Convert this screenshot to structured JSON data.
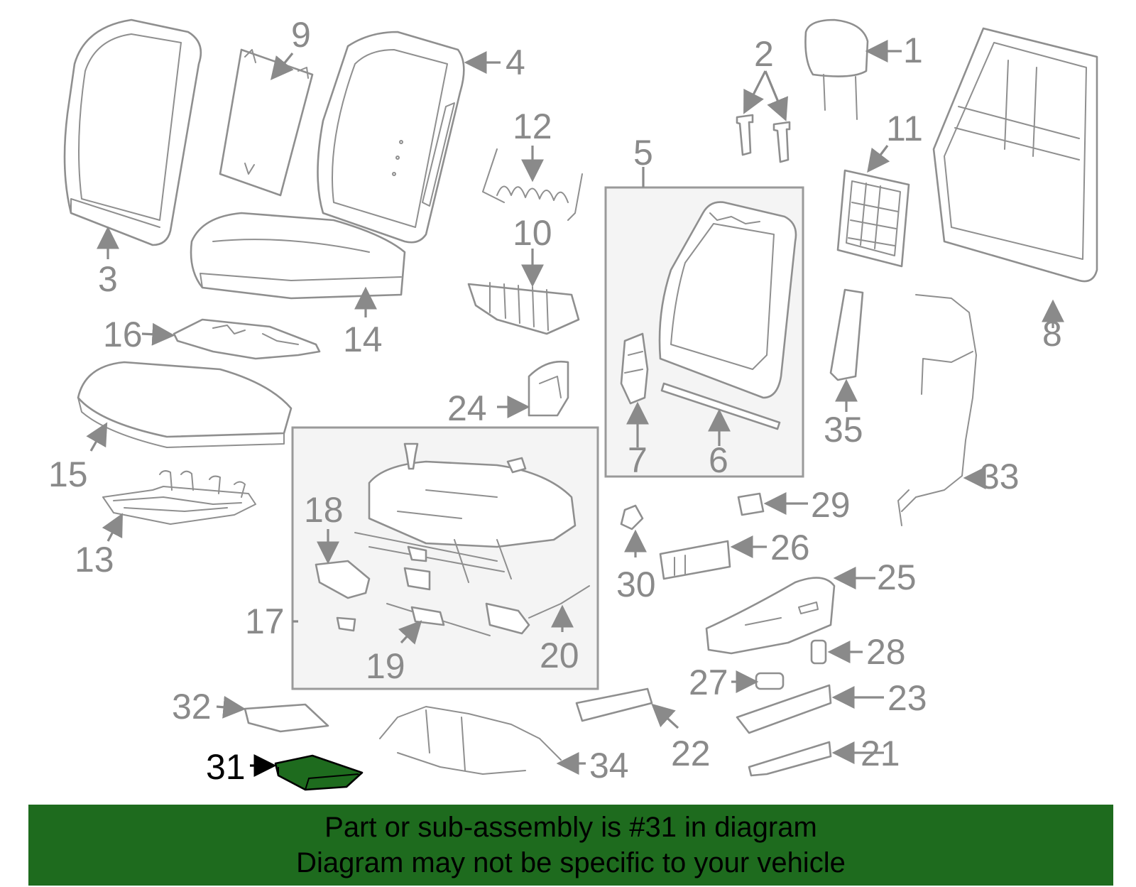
{
  "labels": {
    "p1": "1",
    "p2": "2",
    "p3": "3",
    "p4": "4",
    "p5": "5",
    "p6": "6",
    "p7": "7",
    "p8": "8",
    "p9": "9",
    "p10": "10",
    "p11": "11",
    "p12": "12",
    "p13": "13",
    "p14": "14",
    "p15": "15",
    "p16": "16",
    "p17": "17",
    "p18": "18",
    "p19": "19",
    "p20": "20",
    "p21": "21",
    "p22": "22",
    "p23": "23",
    "p24": "24",
    "p25": "25",
    "p26": "26",
    "p27": "27",
    "p28": "28",
    "p29": "29",
    "p30": "30",
    "p31": "31",
    "p32": "32",
    "p33": "33",
    "p34": "34",
    "p35": "35"
  },
  "highlighted_part": "31",
  "colors": {
    "highlight_fill": "#1e6b1e",
    "line_gray": "#8f8f8f",
    "banner_bg": "#1e6b1e"
  },
  "banner": {
    "line1": "Part or sub-assembly is #31 in diagram",
    "line2": "Diagram may not be specific to your vehicle"
  }
}
